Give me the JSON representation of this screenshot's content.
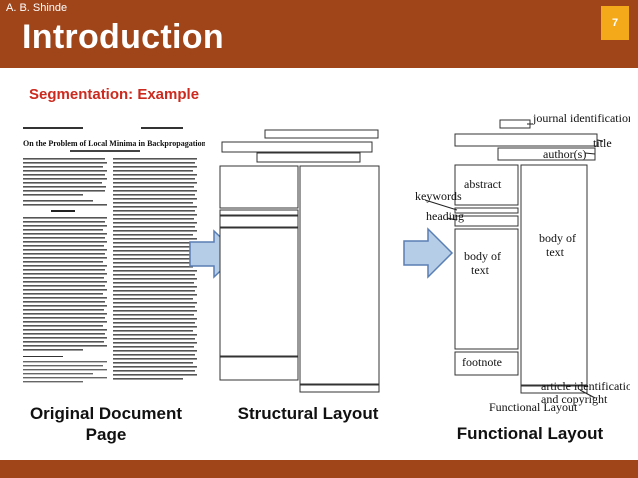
{
  "slide": {
    "title": "Introduction",
    "number": "7",
    "subtitle": "Segmentation: Example",
    "footer": "A. B. Shinde"
  },
  "captions": {
    "original": "Original Document Page",
    "structural": "Structural Layout",
    "functional": "Functional Layout"
  },
  "document": {
    "heading": "On the Problem of Local Minima in Backpropagation"
  },
  "functional_labels": {
    "journal": "journal identification",
    "title": "title",
    "authors": "author(s)",
    "abstract": "abstract",
    "keywords": "keywords",
    "heading": "heading",
    "body_left": "body of text",
    "body_right": "body of text",
    "footnote": "footnote",
    "article": "article identification and copyright",
    "bottom": "Functional Layout"
  },
  "colors": {
    "header": "#a0451a",
    "badge": "#f3a91a",
    "subtitle": "#cc2a1e",
    "arrow_fill": "#b6cde8",
    "arrow_stroke": "#5a7fb4"
  }
}
